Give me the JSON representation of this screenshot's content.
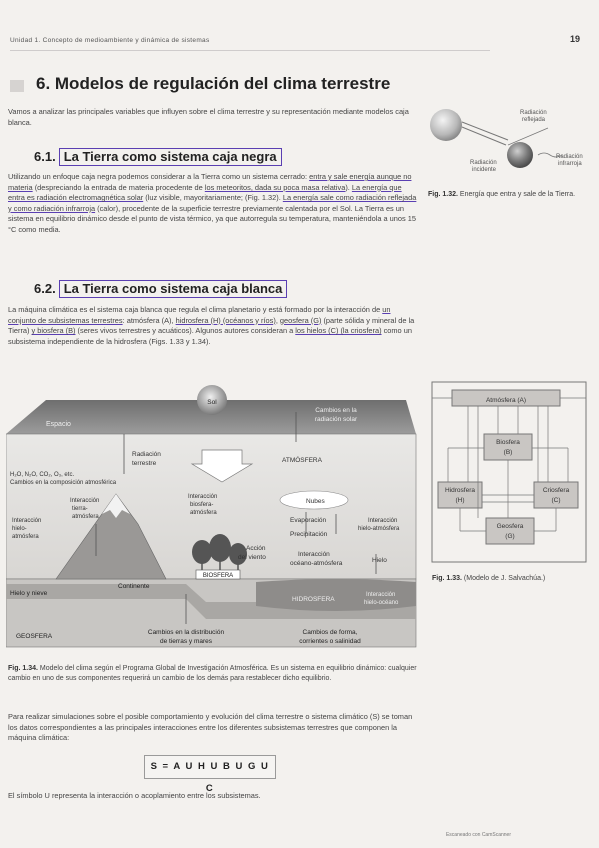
{
  "header": {
    "unit": "Unidad 1. Concepto de medioambiente y dinámica de sistemas",
    "page_number": "19"
  },
  "section": {
    "title": "6. Modelos de regulación del clima terrestre",
    "intro": "Vamos a analizar las principales variables que influyen sobre el clima terrestre y su representación mediante modelos caja blanca."
  },
  "sub1": {
    "num": "6.1.",
    "title": "La Tierra como sistema caja negra",
    "p1": "Utilizando un enfoque caja negra podemos considerar a la Tierra como un sistema cerrado: ",
    "p1_u1": "entra y sale energía aunque no materia",
    "p1_b": " (despreciando la entrada de materia procedente de ",
    "p1_u2": "los meteoritos, dada su poca masa relativa",
    "p1_c": "). ",
    "p1_u3": "La energía que entra es radiación electromagnética solar",
    "p1_d": " (luz visible, mayoritariamente; (Fig. 1.32). ",
    "p1_u4": "La energía sale como radiación reflejada y como radiación infrarroja",
    "p1_e": " (calor), procedente de la superficie terrestre previamente calentada por el Sol. La Tierra es un sistema en equilibrio dinámico desde el punto de vista térmico, ya que autorregula su temperatura, manteniéndola a unos 15 °C como media."
  },
  "sub2": {
    "num": "6.2.",
    "title": "La Tierra como sistema caja blanca",
    "p1": "La máquina climática es el sistema caja blanca que regula el clima planetario y está formado por la interacción de ",
    "p1_u1": "un conjunto de subsistemas terrestres",
    "p1_b": ": atmósfera (A), ",
    "p1_u2": "hidrosfera (H) (océanos y ríos)",
    "p1_c": ", ",
    "p1_u3": "geosfera (G)",
    "p1_d": " (parte sólida y mineral de la Tierra) ",
    "p1_u4": "y biosfera (B)",
    "p1_e": " (seres vivos terrestres y acuáticos). Algunos autores consideran a ",
    "p1_u5": "los hielos (C) (la criosfera)",
    "p1_f": " como un subsistema independiente de la hidrosfera (Figs. 1.33 y 1.34)."
  },
  "fig132": {
    "label": "Fig. 1.32.",
    "caption": " Energía que entra y sale de la Tierra.",
    "l_reflejada": [
      "Radiación",
      "reflejada"
    ],
    "l_infrarroja": [
      "Radiación",
      "infrarroja"
    ],
    "l_incidente": [
      "Radiación",
      "incidente"
    ]
  },
  "fig133": {
    "label": "Fig. 1.33.",
    "caption": " (Modelo de J. Salvachúa.)",
    "atm": "Atmósfera (A)",
    "bio": [
      "Biosfera",
      "(B)"
    ],
    "hid": [
      "Hidrosfera",
      "(H)"
    ],
    "cri": [
      "Criosfera",
      "(C)"
    ],
    "geo": [
      "Geosfera",
      "(G)"
    ]
  },
  "fig134": {
    "label": "Fig. 1.34.",
    "caption": " Modelo del clima según el Programa Global de Investigación Atmosférica. Es un sistema en equilibrio dinámico: cualquier cambio en uno de sus componentes requerirá un cambio de los demás para restablecer dicho equilibrio.",
    "sol": "Sol",
    "espacio": "Espacio",
    "cambios_solar": [
      "Cambios en la",
      "radiación solar"
    ],
    "rad_terrestre": [
      "Radiación",
      "terrestre"
    ],
    "atmosfera": "ATMÓSFERA",
    "gases": "H₂O, N₂O, CO₂, O₃, etc.",
    "cambios_comp": "Cambios en la composición atmosférica",
    "int_tierra_atm": [
      "Interacción",
      "tierra-",
      "atmósfera"
    ],
    "int_hielo_atm": [
      "Interacción",
      "hielo-",
      "atmósfera"
    ],
    "int_biosfera_atm": [
      "Interacción",
      "biosfera-",
      "atmósfera"
    ],
    "nubes": "Nubes",
    "evaporacion": "Evaporación",
    "precipitacion": "Precipitación",
    "int_hielo_atm2": [
      "Interacción",
      "hielo-atmósfera"
    ],
    "accion_viento": [
      "Acción",
      "del viento"
    ],
    "int_oceano_atm": [
      "Interacción",
      "océano-atmósfera"
    ],
    "hielo": "Hielo",
    "biosfera": "BIOSFERA",
    "hielo_nieve": "Hielo y nieve",
    "continente": "Continente",
    "hidrosfera": "HIDROSFERA",
    "int_hielo_oceano": [
      "Interacción",
      "hielo-océano"
    ],
    "geosfera": "GEOSFERA",
    "cambios_tierras": [
      "Cambios en la distribución",
      "de tierras y mares"
    ],
    "cambios_forma": [
      "Cambios de forma,",
      "corrientes o salinidad"
    ]
  },
  "closing": {
    "p1": "Para realizar simulaciones sobre el posible comportamiento y evolución del clima terrestre o sistema climático (S) se toman los datos correspondientes a las principales interacciones entre los diferentes subsistemas terrestres que componen la máquina climática:",
    "formula": "S = A U H U B U G U C",
    "p2": "El símbolo U representa la interacción o acoplamiento entre los subsistemas."
  },
  "footer": "Escaneado con CamScanner",
  "colors": {
    "accent_pen": "#5a3fb2",
    "grey_band": "#d6d3d1"
  }
}
